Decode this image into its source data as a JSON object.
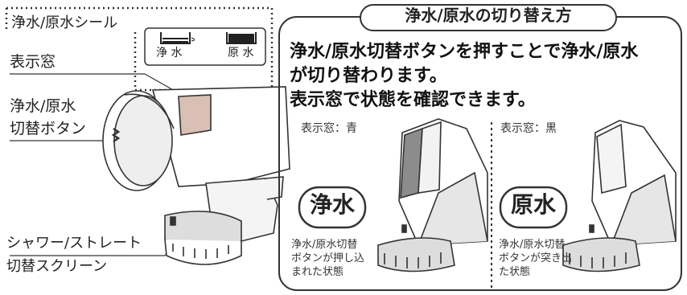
{
  "left": {
    "seal_label": "浄水/原水シール",
    "indicator_label": "表示窓",
    "button_label_line1": "浄水/原水",
    "button_label_line2": "切替ボタン",
    "spray_label_line1": "シャワー/ストレート",
    "spray_label_line2": "切替スクリーン",
    "seal_purified": "浄 水",
    "seal_raw": "原 水"
  },
  "right": {
    "title": "浄水/原水の切り替え方",
    "desc_line1": "浄水/原水切替ボタンを押すことで浄水/原水",
    "desc_line2": "が切り替わります。",
    "desc_line3": "表示窓で状態を確認できます。",
    "state_purified": {
      "window_label": "表示窓：青",
      "badge": "浄水",
      "note_line1": "浄水/原水切替",
      "note_line2": "ボタンが押し込",
      "note_line3": "まれた状態"
    },
    "state_raw": {
      "window_label": "表示窓：黒",
      "badge": "原水",
      "note_line1": "浄水/原水切替",
      "note_line2": "ボタンが突き出",
      "note_line3": "た状態"
    }
  },
  "colors": {
    "line": "#333333",
    "window_pink": "#d9bfb4",
    "window_grey": "#8c8c8c",
    "shade": "#c9c9c9"
  }
}
